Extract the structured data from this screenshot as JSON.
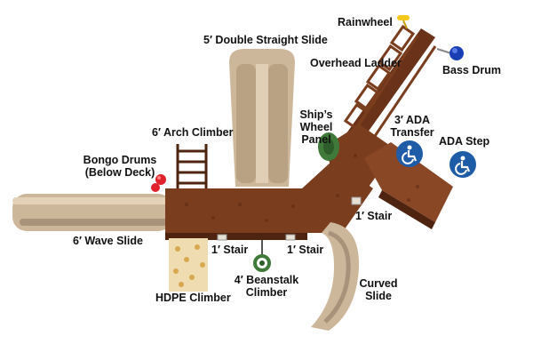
{
  "colors": {
    "deck": "#7a3d1e",
    "deck_dark": "#4e2410",
    "slide": "#cdb79a",
    "slide_dark": "#9c8668",
    "climber": "#efdcb0",
    "climber_holds": "#d8a84f",
    "panel_green": "#3f7a3a",
    "ada_blue": "#1f5ca8",
    "bongo_red": "#e0202a",
    "drum_blue": "#1a3fb5",
    "rainwheel_yellow": "#f3c81c"
  },
  "icons": [
    "ada-wheelchair-icon",
    "ada-wheelchair-icon"
  ],
  "labels": {
    "rainwheel": "Rainwheel",
    "double_slide": "5′ Double Straight Slide",
    "overhead_ladder": "Overhead Ladder",
    "bass_drum": "Bass Drum",
    "ships_wheel_1": "Ship’s",
    "ships_wheel_2": "Wheel",
    "ships_wheel_3": "Panel",
    "ada_transfer_1": "3′ ADA",
    "ada_transfer_2": "Transfer",
    "ada_step": "ADA Step",
    "arch_climber": "6′ Arch Climber",
    "bongo_1": "Bongo Drums",
    "bongo_2": "(Below Deck)",
    "stair_right": "1′ Stair",
    "wave_slide": "6′ Wave Slide",
    "stair_left": "1′ Stair",
    "stair_mid": "1′ Stair",
    "beanstalk_1": "4′ Beanstalk",
    "beanstalk_2": "Climber",
    "curved_1": "Curved",
    "curved_2": "Slide",
    "hdpe": "HDPE Climber"
  }
}
